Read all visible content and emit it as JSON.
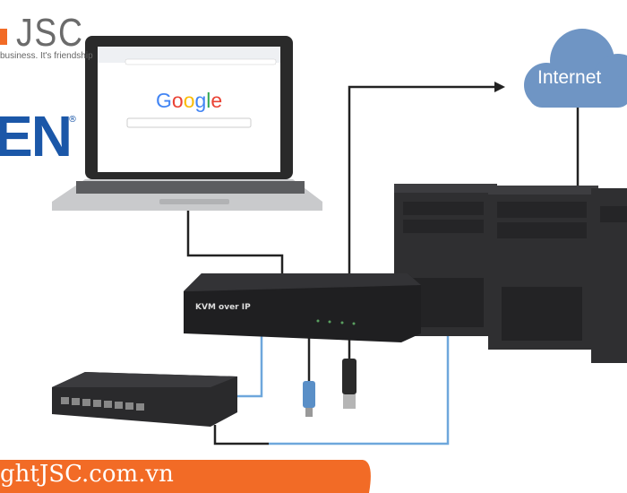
{
  "branding": {
    "logo_text": "JSC",
    "logo_tagline": "business. It's friendship",
    "partner_logo": "EN",
    "partner_reg": "®",
    "website": "ghtJSC.com.vn",
    "accent_color": "#f26b26",
    "partner_color": "#1b57a8"
  },
  "diagram": {
    "browser_logo": "Google",
    "cloud_label": "Internet",
    "kvm_label": "KVM over IP",
    "cloud_color": "#6f95c4",
    "cable_blue": "#6ea7dc"
  }
}
